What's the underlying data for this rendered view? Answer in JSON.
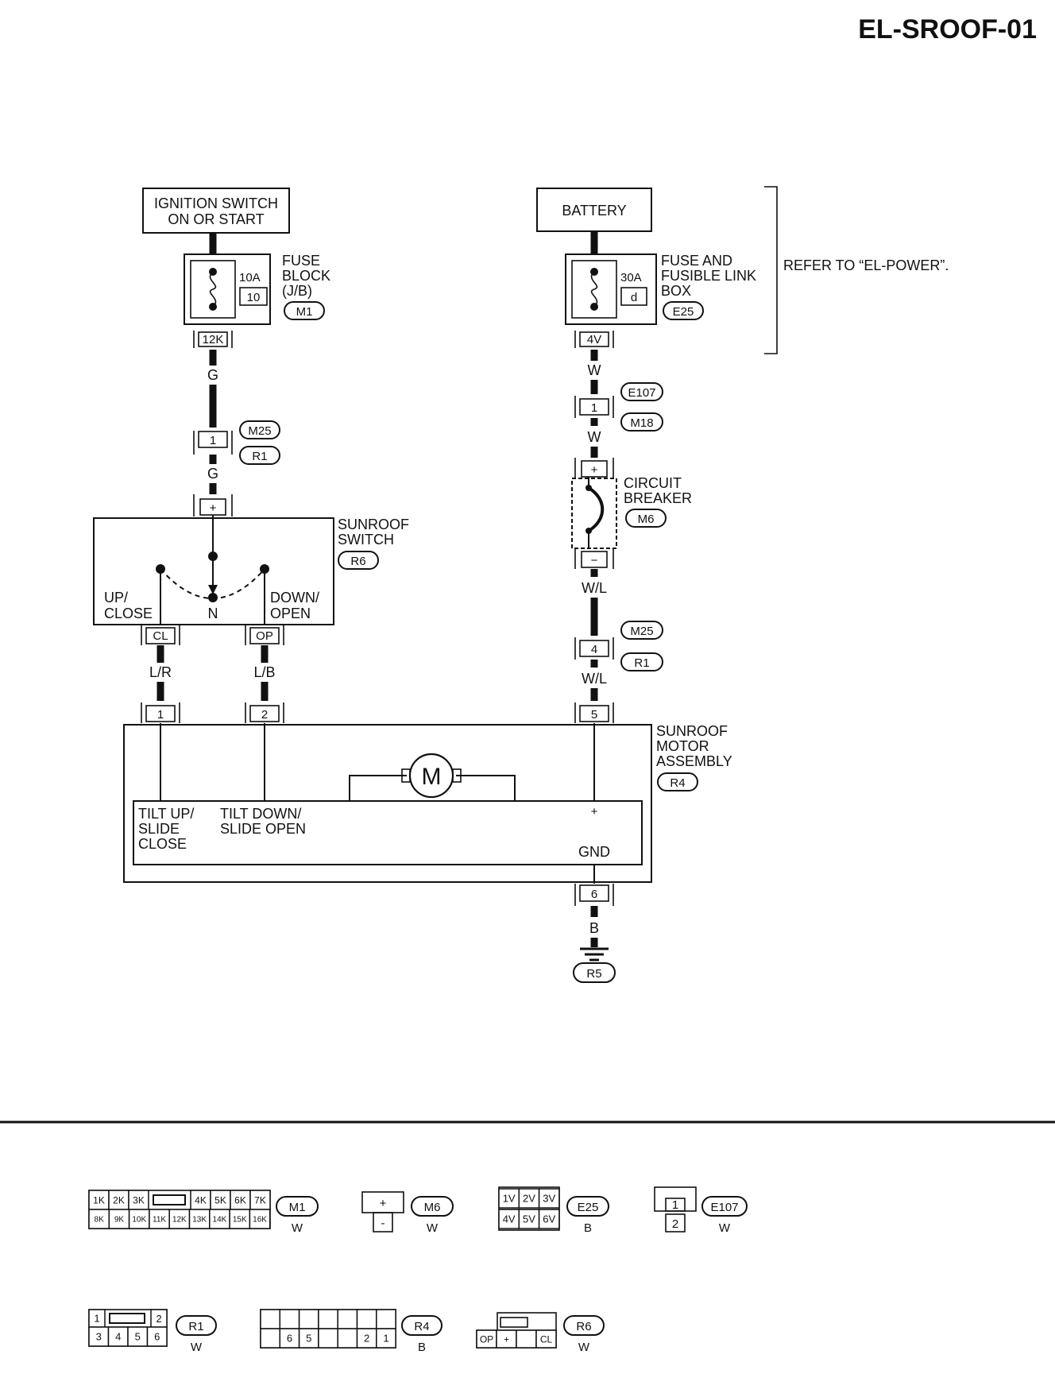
{
  "page_code": "EL-SROOF-01",
  "ignition_box": {
    "line1": "IGNITION SWITCH",
    "line2": "ON OR START"
  },
  "battery_box": {
    "label": "BATTERY"
  },
  "refer_note": "REFER TO “EL-POWER”.",
  "fuse_block": {
    "title": [
      "FUSE",
      "BLOCK",
      "(J/B)"
    ],
    "amp": "10A",
    "fuse_no": "10",
    "connector": "M1",
    "terminal": "12K"
  },
  "fuse_link_box": {
    "title": [
      "FUSE AND",
      "FUSIBLE LINK",
      "BOX"
    ],
    "amp": "30A",
    "fuse_no": "d",
    "connector": "E25",
    "terminal": "4V"
  },
  "left_harness": {
    "wire_top": "G",
    "pin": "1",
    "conn_a": "M25",
    "conn_b": "R1",
    "wire_bottom": "G"
  },
  "right_harness": {
    "wire_top": "W",
    "pin": "1",
    "conn_a": "E107",
    "conn_b": "M18",
    "wire_bottom": "W"
  },
  "circuit_breaker": {
    "title": [
      "CIRCUIT",
      "BREAKER"
    ],
    "connector": "M6",
    "plus": "+",
    "minus": "−"
  },
  "breaker_out": {
    "wire": "W/L",
    "pin": "4",
    "conn_a": "M25",
    "conn_b": "R1",
    "wire_bottom": "W/L"
  },
  "sunroof_switch": {
    "title": [
      "SUNROOF",
      "SWITCH"
    ],
    "connector": "R6",
    "plus": "+",
    "up": [
      "UP/",
      "CLOSE"
    ],
    "neutral": "N",
    "down": [
      "DOWN/",
      "OPEN"
    ],
    "term_cl": "CL",
    "term_op": "OP",
    "wire_cl": "L/R",
    "wire_op": "L/B"
  },
  "motor_assembly": {
    "title": [
      "SUNROOF",
      "MOTOR",
      "ASSEMBLY"
    ],
    "connector": "R4",
    "pins": [
      "1",
      "2",
      "5",
      "6"
    ],
    "motor": "M",
    "tilt_up": [
      "TILT UP/",
      "SLIDE",
      "CLOSE"
    ],
    "tilt_down": [
      "TILT DOWN/",
      "SLIDE OPEN"
    ],
    "plus": "+",
    "gnd": "GND"
  },
  "ground": {
    "wire": "B",
    "connector": "R5"
  },
  "connector_views": {
    "m1": {
      "name": "M1",
      "color": "W",
      "row1": [
        "1K",
        "2K",
        "3K",
        "",
        "4K",
        "5K",
        "6K",
        "7K"
      ],
      "row2": [
        "8K",
        "9K",
        "10K",
        "11K",
        "12K",
        "13K",
        "14K",
        "15K",
        "16K"
      ]
    },
    "m6": {
      "name": "M6",
      "color": "W",
      "top": "+",
      "bottom": "-"
    },
    "e25": {
      "name": "E25",
      "color": "B",
      "row1": [
        "1V",
        "2V",
        "3V"
      ],
      "row2": [
        "4V",
        "5V",
        "6V"
      ]
    },
    "e107": {
      "name": "E107",
      "color": "W",
      "top": "1",
      "bottom": "2"
    },
    "r1": {
      "name": "R1",
      "color": "W",
      "row1": [
        "1",
        "",
        "2"
      ],
      "row2": [
        "3",
        "4",
        "5",
        "6"
      ]
    },
    "r4": {
      "name": "R4",
      "color": "B",
      "row2": [
        "",
        "6",
        "5",
        "",
        "",
        "2",
        "1"
      ]
    },
    "r6": {
      "name": "R6",
      "color": "W",
      "row2": [
        "OP",
        "+",
        "",
        "CL"
      ]
    }
  }
}
